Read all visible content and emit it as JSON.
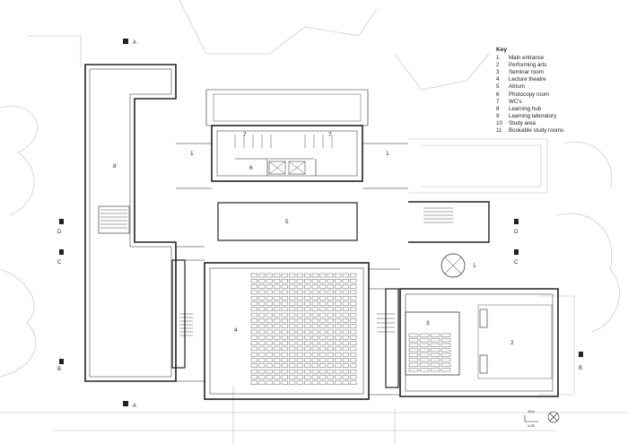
{
  "key": {
    "title": "Key",
    "items": [
      {
        "num": "1",
        "label": "Main entrance"
      },
      {
        "num": "2",
        "label": "Performing arts"
      },
      {
        "num": "3",
        "label": "Seminar room"
      },
      {
        "num": "4",
        "label": "Lecture theatre"
      },
      {
        "num": "5",
        "label": "Atrium"
      },
      {
        "num": "6",
        "label": "Photocopy room"
      },
      {
        "num": "7",
        "label": "WC's"
      },
      {
        "num": "8",
        "label": "Learning hub"
      },
      {
        "num": "9",
        "label": "Learning laboratory"
      },
      {
        "num": "10",
        "label": "Study area"
      },
      {
        "num": "11",
        "label": "Bookable study rooms"
      }
    ]
  },
  "room_labels": {
    "entrance_west": "1",
    "entrance_east": "1",
    "entrance_south": "1",
    "performing_arts": "2",
    "seminar": "3",
    "lecture": "4",
    "atrium": "5",
    "photocopy": "6",
    "wc_left": "7",
    "wc_right": "7",
    "learning_hub": "8"
  },
  "section_markers": {
    "a_top": "A",
    "a_bottom": "A",
    "b_left": "B",
    "b_right": "B",
    "c_left": "C",
    "c_right": "C",
    "d_left": "D",
    "d_right": "D"
  },
  "scale": {
    "top": "10m",
    "bottom": "0.25"
  }
}
